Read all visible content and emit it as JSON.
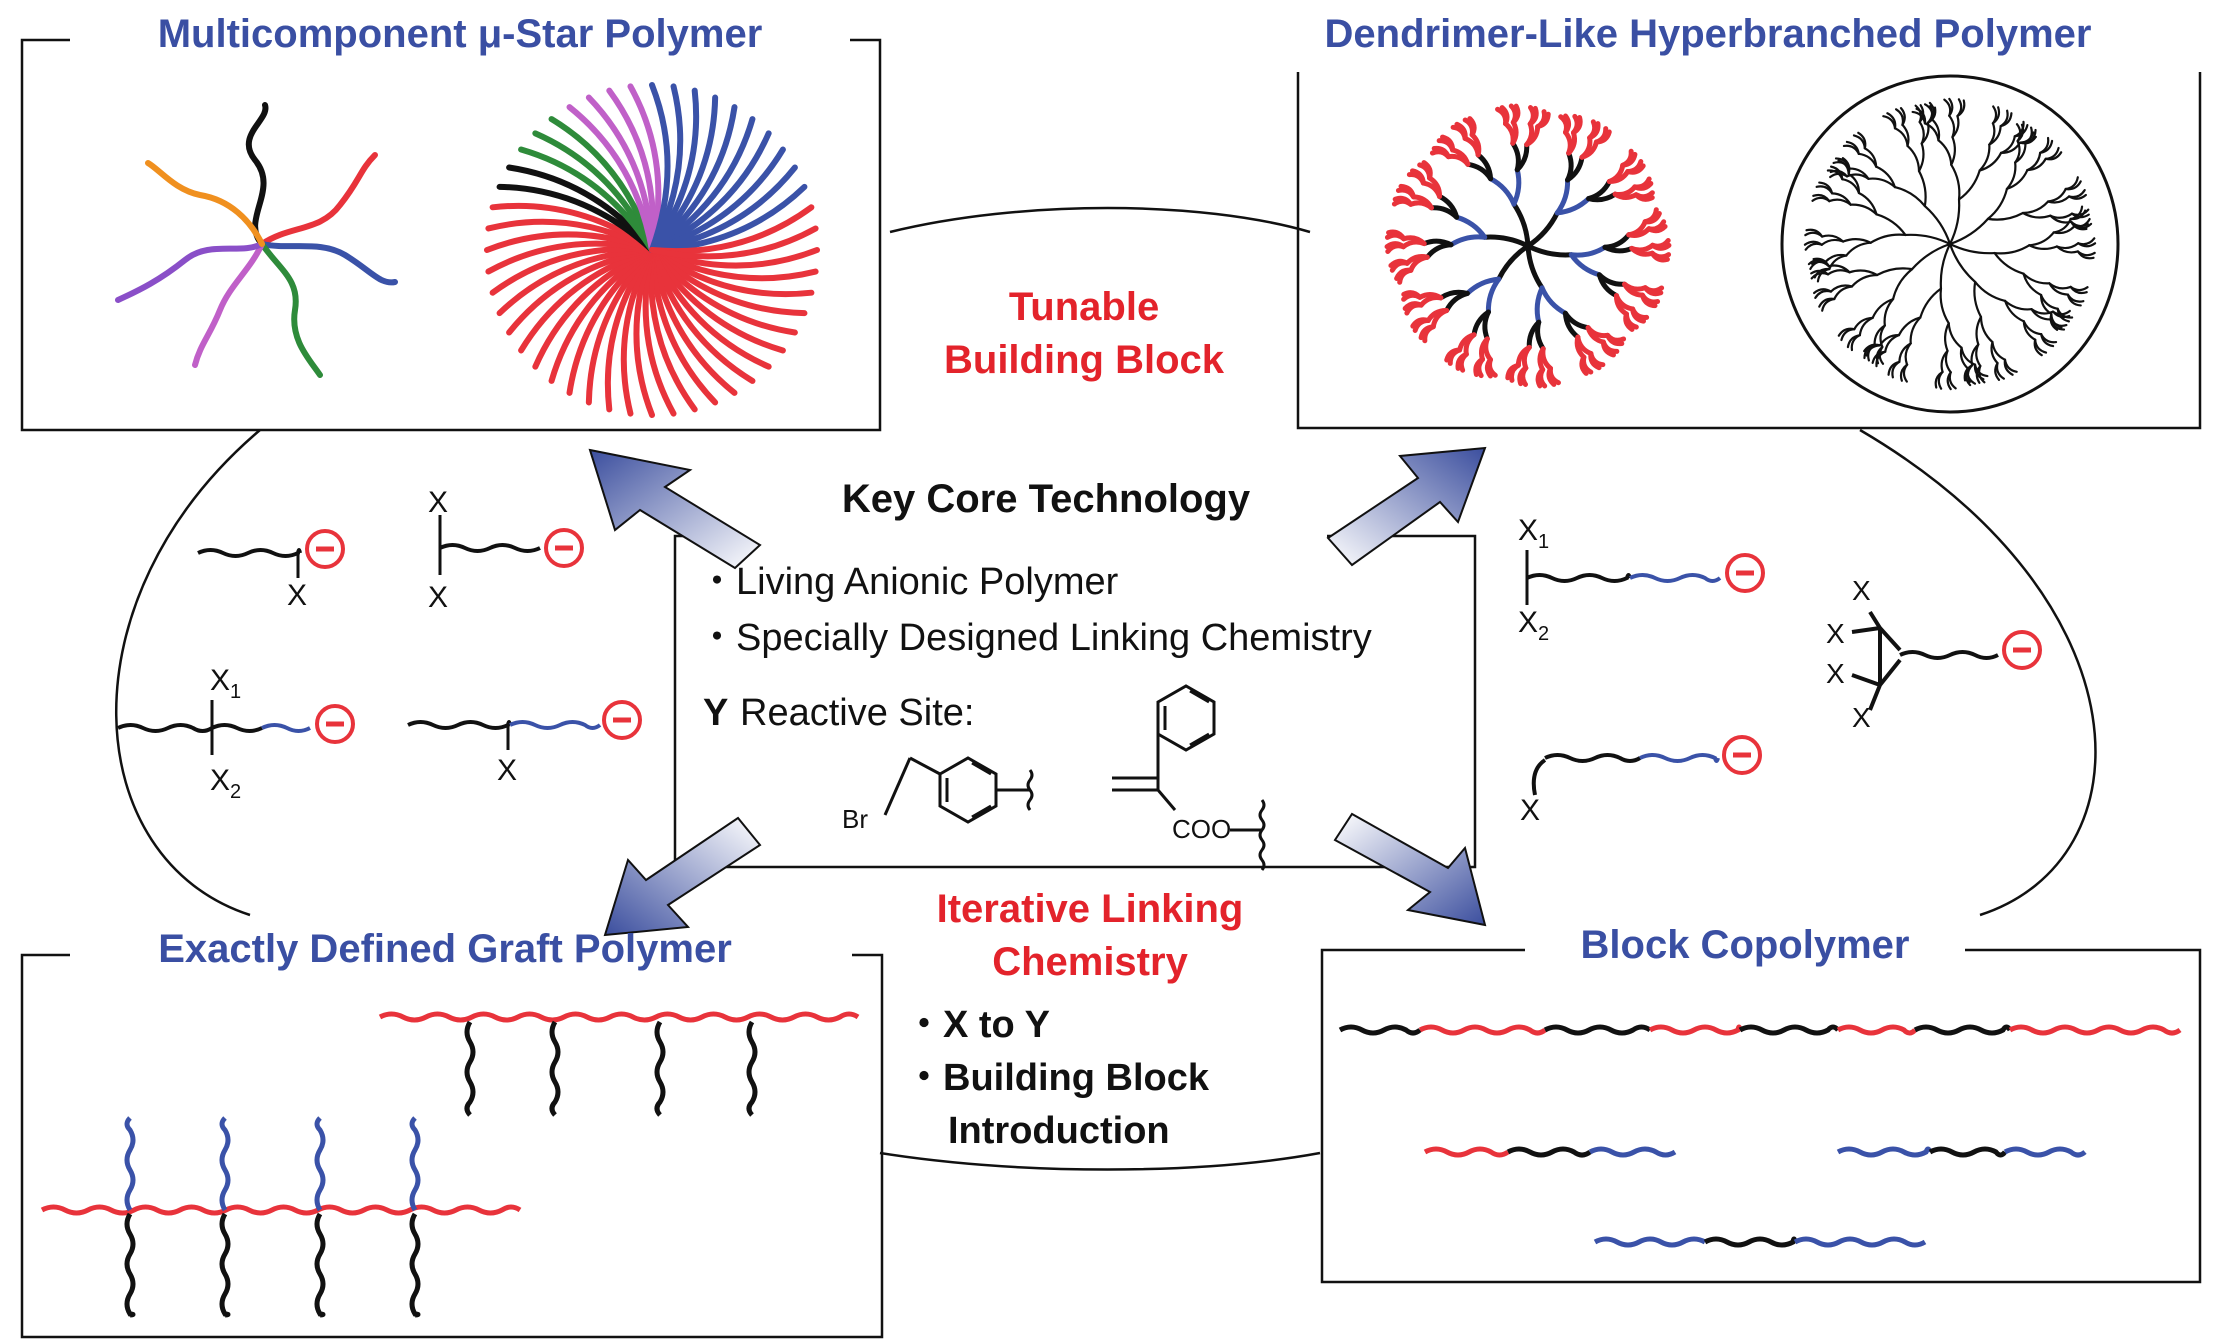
{
  "panels": {
    "star": {
      "title": "Multicomponent μ-Star Polymer"
    },
    "dendrimer": {
      "title": "Dendrimer-Like Hyperbranched Polymer"
    },
    "graft": {
      "title": "Exactly Defined Graft Polymer"
    },
    "block": {
      "title": "Block Copolymer"
    }
  },
  "top_label": {
    "line1": "Tunable",
    "line2": "Building Block"
  },
  "bottom_label": {
    "line1": "Iterative Linking",
    "line2": "Chemistry",
    "bullet1": "・X to Y",
    "bullet2a": "・Building Block",
    "bullet2b": "Introduction"
  },
  "center": {
    "heading": "Key Core Technology",
    "bullet1": "・Living Anionic Polymer",
    "bullet2": "・Specially Designed Linking Chemistry",
    "reactive_y": "Y",
    "reactive_label": "Reactive Site:",
    "br_label": "Br",
    "coo_label": "COO"
  },
  "chain_labels": {
    "x": "X",
    "x1": "X",
    "x2": "X",
    "sub1": "1",
    "sub2": "2",
    "anion": "−"
  },
  "colors": {
    "title_blue": "#3a4fa3",
    "label_red": "#e3232b",
    "chain_red": "#e8333b",
    "chain_blue": "#3a52a8",
    "chain_black": "#111111",
    "chain_green": "#2e8b3a",
    "chain_orange": "#f0901f",
    "chain_purple": "#8a4fc8",
    "chain_magenta": "#c060c8",
    "arrow_dark": "#3b4e9e",
    "arrow_light": "#ffffff"
  }
}
